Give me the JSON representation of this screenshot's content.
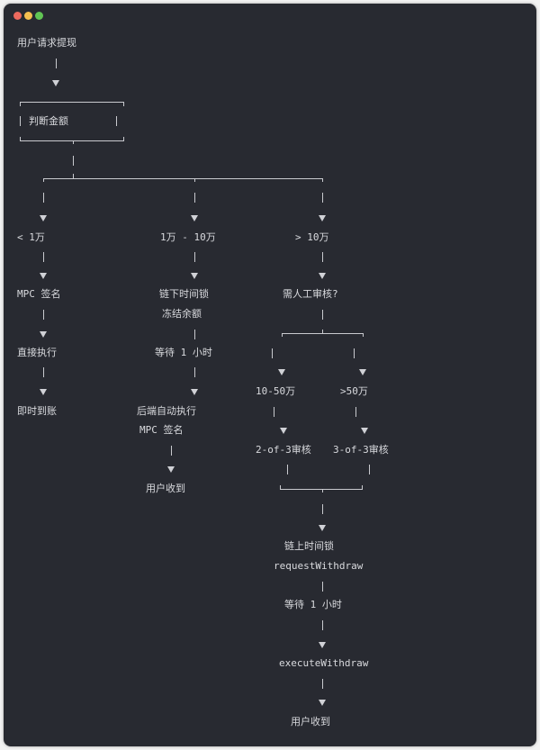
{
  "window": {
    "controls": [
      "close",
      "minimize",
      "maximize"
    ],
    "colors": {
      "close": "#ed6a5e",
      "minimize": "#f5bf4f",
      "maximize": "#61c554",
      "background": "#282a31",
      "text": "#d9dade"
    }
  },
  "diagram": {
    "start": "用户请求提现",
    "decision": "判断金额",
    "branch_small": {
      "label": "< 1万",
      "steps": [
        "MPC 签名",
        "直接执行",
        "即时到账"
      ]
    },
    "branch_medium": {
      "label": "1万 - 10万",
      "steps": [
        "链下时间锁",
        "冻结余额",
        "等待 1 小时",
        "后端自动执行",
        "MPC 签名",
        "用户收到"
      ]
    },
    "branch_large": {
      "label": "> 10万",
      "review": "需人工审核?",
      "sub_a": {
        "label": "10-50万",
        "step": "2-of-3审核"
      },
      "sub_b": {
        "label": ">50万",
        "step": "3-of-3审核"
      },
      "steps": [
        "链上时间锁",
        "requestWithdraw",
        "等待 1 小时",
        "executeWithdraw",
        "用户收到"
      ]
    }
  }
}
